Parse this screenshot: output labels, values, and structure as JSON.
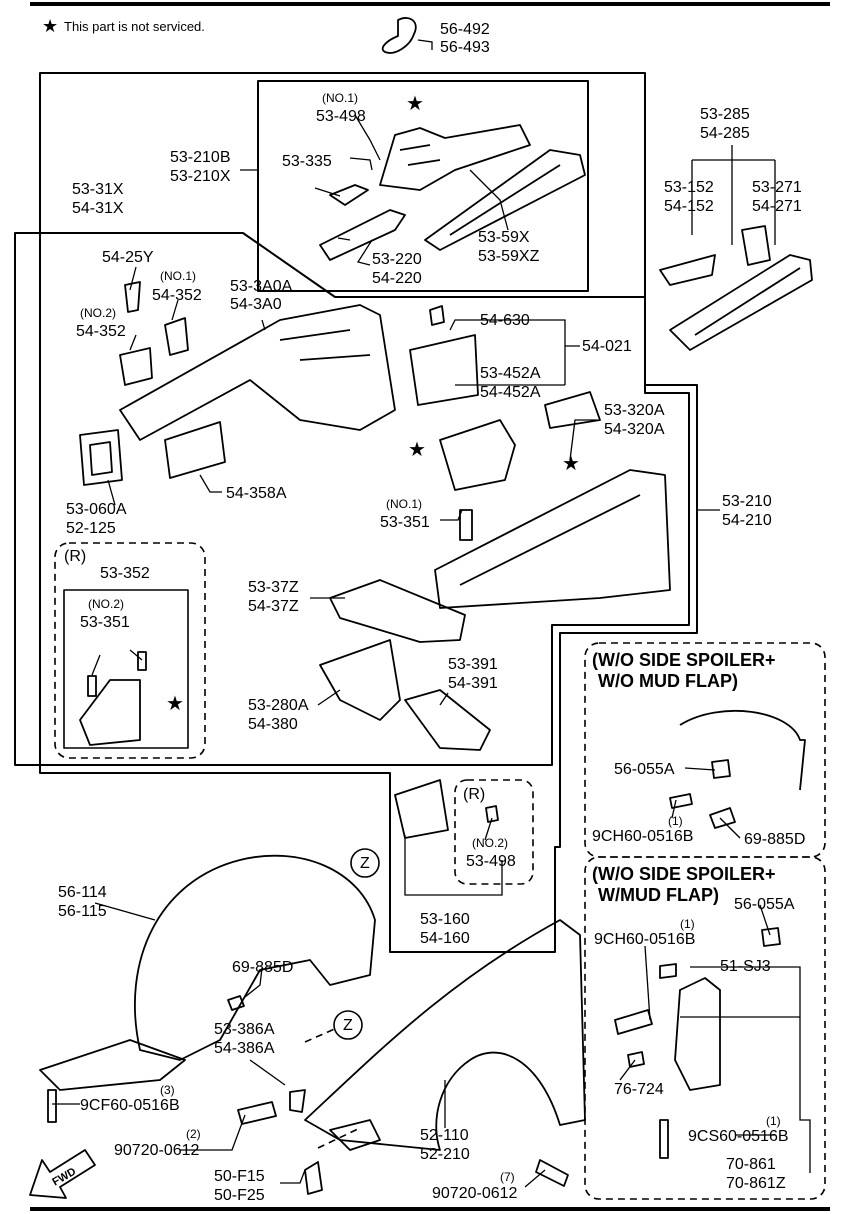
{
  "note": {
    "star": "★",
    "text": "This part is not serviced."
  },
  "labels": {
    "p56492": "56-492",
    "p56493": "56-493",
    "no1_a": "(NO.1)",
    "p53498a": "53-498",
    "p53335": "53-335",
    "p53210b": "53-210B",
    "p53210x": "53-210X",
    "p53220": "53-220",
    "p54220": "54-220",
    "p5359x": "53-59X",
    "p5359xz": "53-59XZ",
    "p53285": "53-285",
    "p54285": "54-285",
    "p53152": "53-152",
    "p54152": "54-152",
    "p53271": "53-271",
    "p54271": "54-271",
    "p5331x": "53-31X",
    "p5431x": "54-31X",
    "p5425y": "54-25Y",
    "no1_b": "(NO.1)",
    "p54352a": "54-352",
    "no2_a": "(NO.2)",
    "p54352b": "54-352",
    "p533a0a": "53-3A0A",
    "p543a0": "54-3A0",
    "p54630": "54-630",
    "p54021": "54-021",
    "p53452a": "53-452A",
    "p54452a": "54-452A",
    "p53320a": "53-320A",
    "p54320a": "54-320A",
    "p53060a": "53-060A",
    "p52125": "52-125",
    "p54358a": "54-358A",
    "no1_c": "(NO.1)",
    "p53351a": "53-351",
    "p53210": "53-210",
    "p54210": "54-210",
    "r_a": "(R)",
    "p53352": "53-352",
    "no2_b": "(NO.2)",
    "p53351b": "53-351",
    "p5337z": "53-37Z",
    "p5437z": "54-37Z",
    "p53391": "53-391",
    "p54391": "54-391",
    "p53280a": "53-280A",
    "p54380": "54-380",
    "r_b": "(R)",
    "no2_c": "(NO.2)",
    "p53498b": "53-498",
    "p53160": "53-160",
    "p54160": "54-160",
    "z_a": "Z",
    "z_b": "Z",
    "p56114": "56-114",
    "p56115": "56-115",
    "p69885d_a": "69-885D",
    "p53386a": "53-386A",
    "p54386a": "54-386A",
    "q3": "(3)",
    "p9cf60": "9CF60-0516B",
    "q2": "(2)",
    "p90720a": "90720-0612",
    "p52110": "52-110",
    "p52210": "52-210",
    "p50f15": "50-F15",
    "p50f25": "50-F25",
    "q7": "(7)",
    "p90720b": "90720-0612",
    "fwd": "FWD",
    "box1_title1": "(W/O SIDE SPOILER+",
    "box1_title2": "W/O MUD FLAP)",
    "p56055a_a": "56-055A",
    "q1_a": "(1)",
    "p9ch60_a": "9CH60-0516B",
    "p69885d_b": "69-885D",
    "box2_title1": "(W/O SIDE SPOILER+",
    "box2_title2": "W/MUD FLAP)",
    "p56055a_b": "56-055A",
    "q1_b": "(1)",
    "p9ch60_b": "9CH60-0516B",
    "p51sj3": "51-SJ3",
    "p76724": "76-724",
    "q1_c": "(1)",
    "p9cs60": "9CS60-0516B",
    "p70861": "70-861",
    "p70861z": "70-861Z"
  }
}
